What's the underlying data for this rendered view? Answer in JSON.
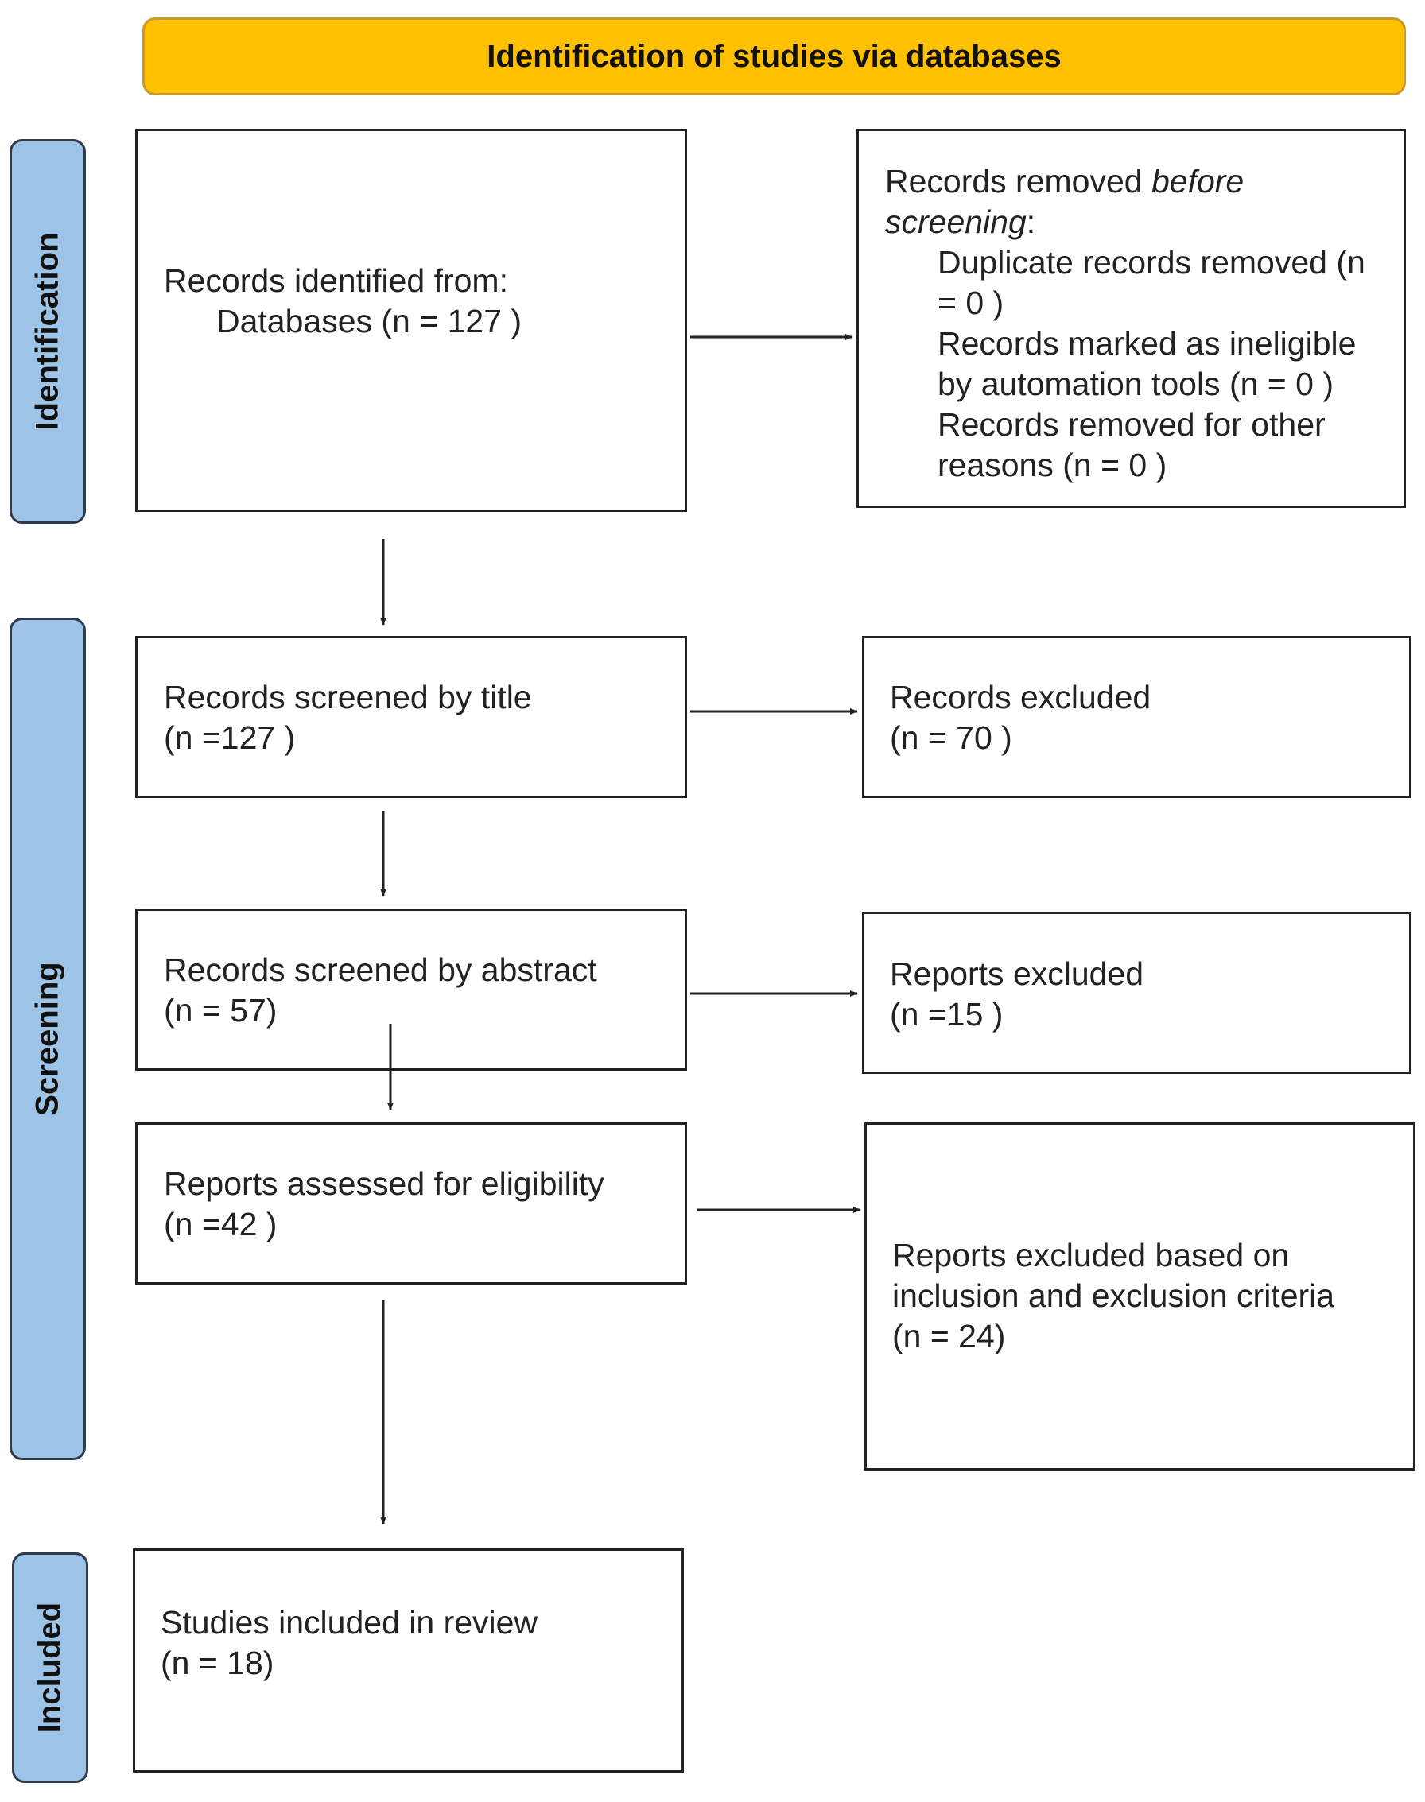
{
  "header": {
    "title": "Identification of studies via databases"
  },
  "phases": {
    "identification": "Identification",
    "screening": "Screening",
    "included": "Included"
  },
  "boxes": {
    "records_identified": {
      "line1": "Records identified from:",
      "line2": "Databases (n = 127 )"
    },
    "records_removed": {
      "line1_a": "Records removed ",
      "line1_b": "before",
      "line2_a": "screening",
      "line2_b": ":",
      "line3": "Duplicate records removed  (n",
      "line4": "= 0 )",
      "line5": "Records marked as ineligible",
      "line6": "by automation tools (n = 0 )",
      "line7": "Records removed for other",
      "line8": "reasons (n = 0 )"
    },
    "screened_title": {
      "line1": "Records screened by title",
      "line2": "(n =127 )"
    },
    "records_excluded": {
      "line1": "Records excluded",
      "line2": "(n = 70 )"
    },
    "screened_abstract": {
      "line1": "Records screened by abstract",
      "line2": "(n =  57)"
    },
    "reports_excluded": {
      "line1": "Reports excluded",
      "line2": "(n =15 )"
    },
    "assessed": {
      "line1": "Reports assessed for eligibility",
      "line2": "(n =42 )"
    },
    "excluded_criteria": {
      "line1": "Reports excluded based on",
      "line2": "inclusion and exclusion criteria",
      "line3": "(n = 24)"
    },
    "included": {
      "line1": "Studies included in review",
      "line2": "(n = 18)"
    }
  },
  "colors": {
    "header_fill": "#FFC000",
    "phase_fill": "#9DC3E6",
    "line": "#222222"
  }
}
